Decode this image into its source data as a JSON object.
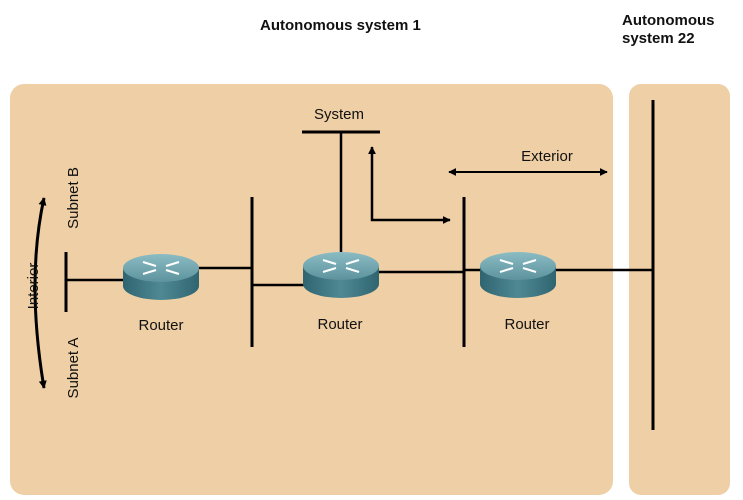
{
  "titles": {
    "as1": "Autonomous system 1",
    "as22_line1": "Autonomous",
    "as22_line2": "system 22"
  },
  "labels": {
    "system": "System",
    "exterior": "Exterior",
    "interior": "Interior",
    "subnet_a": "Subnet A",
    "subnet_b": "Subnet B",
    "router_left": "Router",
    "router_middle": "Router",
    "router_right": "Router"
  },
  "colors": {
    "as_fill": "#efcfa5",
    "line": "#000000",
    "router_top": "#6fa3ad",
    "router_side": "#3e7480"
  },
  "icons": {
    "router": "router-icon"
  }
}
